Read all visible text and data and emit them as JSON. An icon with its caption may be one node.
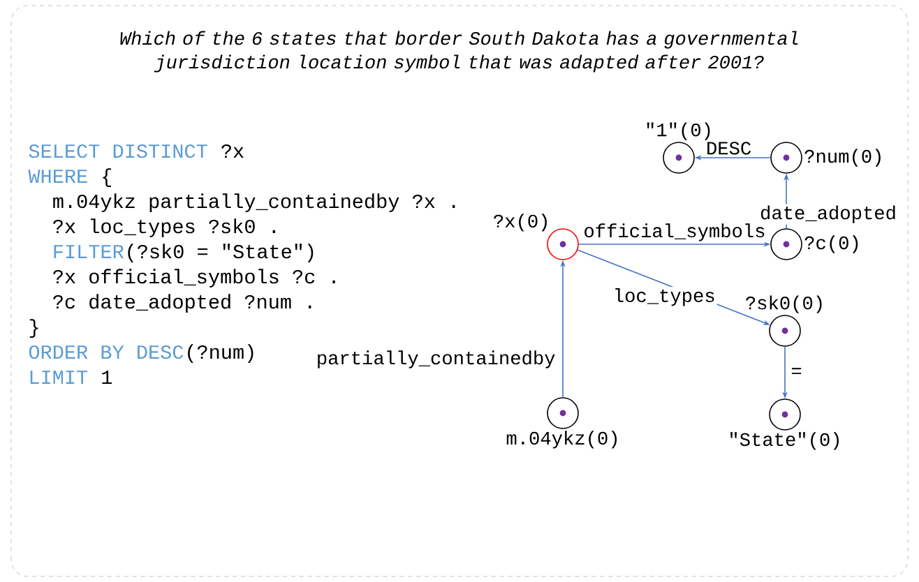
{
  "diagram": {
    "title": "Which of the 6 states that border South Dakota has a governmental jurisdiction location symbol that was adapted after 2001?",
    "nodes": [
      {
        "text": [
          "?x(0)"
        ]
      },
      {
        "text": [
          "?c(0)"
        ]
      },
      {
        "text": [
          "?num(0)"
        ]
      },
      {
        "text": [
          "\"1\"(0)"
        ]
      },
      {
        "text": [
          "?sk0(0)"
        ]
      },
      {
        "text": [
          "\"State\"(0)"
        ]
      },
      {
        "text": [
          "m.04ykz(0)"
        ]
      }
    ],
    "edges": [
      {
        "from": 6,
        "to": 0,
        "arrow": "to",
        "label": "partially_containedby"
      },
      {
        "from": 0,
        "to": 1,
        "arrow": "to",
        "label": "official_symbols"
      },
      {
        "from": 0,
        "to": 4,
        "arrow": "to",
        "label": "loc_types"
      },
      {
        "from": 1,
        "to": 2,
        "arrow": "to",
        "label": "date_adopted"
      },
      {
        "from": 2,
        "to": 3,
        "arrow": "to",
        "label": "DESC"
      },
      {
        "from": 4,
        "to": 5,
        "arrow": "to",
        "label": "="
      }
    ],
    "labels": [
      "SELECT DISTINCT",
      "?x",
      "WHERE",
      "{",
      "m.04ykz partially_containedby ?x .",
      "?x loc_types ?sk0 .",
      "FILTER",
      "(?sk0 = \"State\")",
      "?x official_symbols ?c .",
      "?c date_adopted ?num .",
      "}",
      "ORDER BY DESC",
      "(?num)",
      "LIMIT",
      "1"
    ]
  }
}
